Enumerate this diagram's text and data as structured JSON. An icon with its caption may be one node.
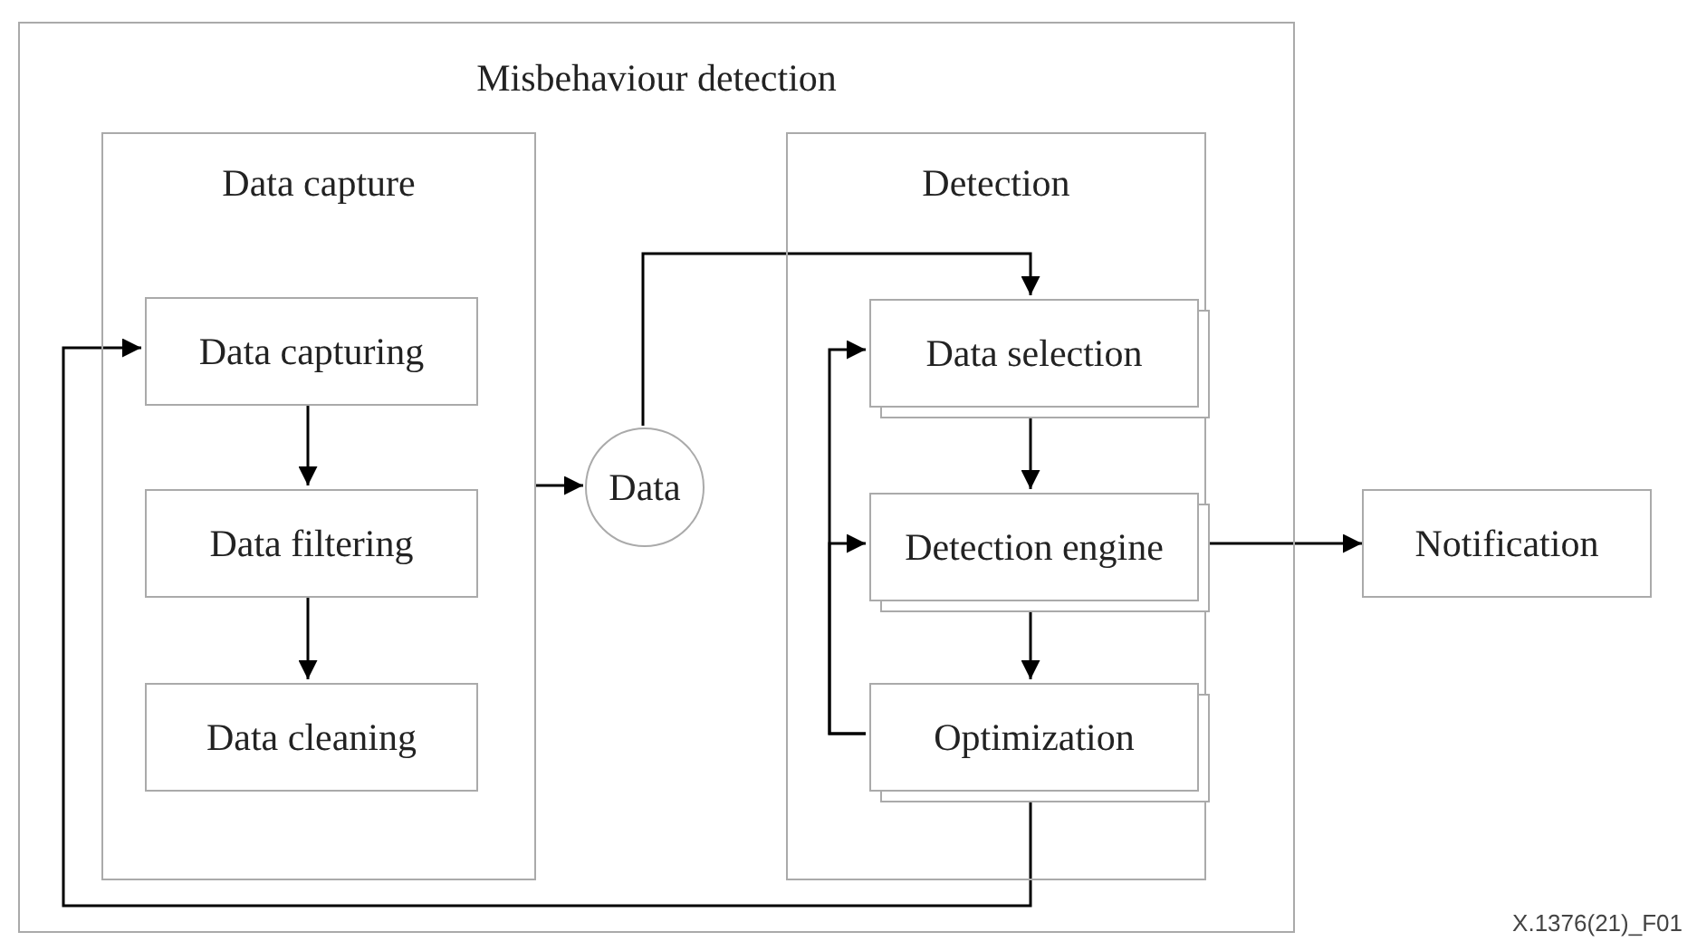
{
  "diagram": {
    "nodes": [
      {
        "text": [
          "Misbehaviour detection"
        ]
      },
      {
        "text": [
          "Data capture"
        ],
        "in": 0
      },
      {
        "text": [
          "Data capturing"
        ],
        "in": 1
      },
      {
        "text": [
          "Data filtering"
        ],
        "in": 1
      },
      {
        "text": [
          "Data cleaning"
        ],
        "in": 1
      },
      {
        "text": [
          "Data"
        ],
        "in": 0
      },
      {
        "text": [
          "Detection"
        ],
        "in": 0
      },
      {
        "text": [
          "Data selection"
        ],
        "in": 6
      },
      {
        "text": [
          "Detection engine"
        ],
        "in": 6
      },
      {
        "text": [
          "Optimization"
        ],
        "in": 6
      },
      {
        "text": [
          "Notification"
        ]
      }
    ],
    "edges": [
      {
        "from": 2,
        "to": 3,
        "arrow": "to"
      },
      {
        "from": 3,
        "to": 4,
        "arrow": "to"
      },
      {
        "from": 1,
        "to": 5,
        "arrow": "to"
      },
      {
        "from": 5,
        "to": 7,
        "arrow": "to"
      },
      {
        "from": 7,
        "to": 8,
        "arrow": "to"
      },
      {
        "from": 8,
        "to": 10,
        "arrow": "to"
      },
      {
        "from": 8,
        "to": 9,
        "arrow": "to"
      },
      {
        "from": 9,
        "to": 7,
        "arrow": "to"
      },
      {
        "from": 9,
        "to": 8,
        "arrow": "to"
      },
      {
        "from": 9,
        "to": 2,
        "arrow": "to"
      }
    ],
    "labels": [
      "X.1376(21)_F01"
    ]
  }
}
